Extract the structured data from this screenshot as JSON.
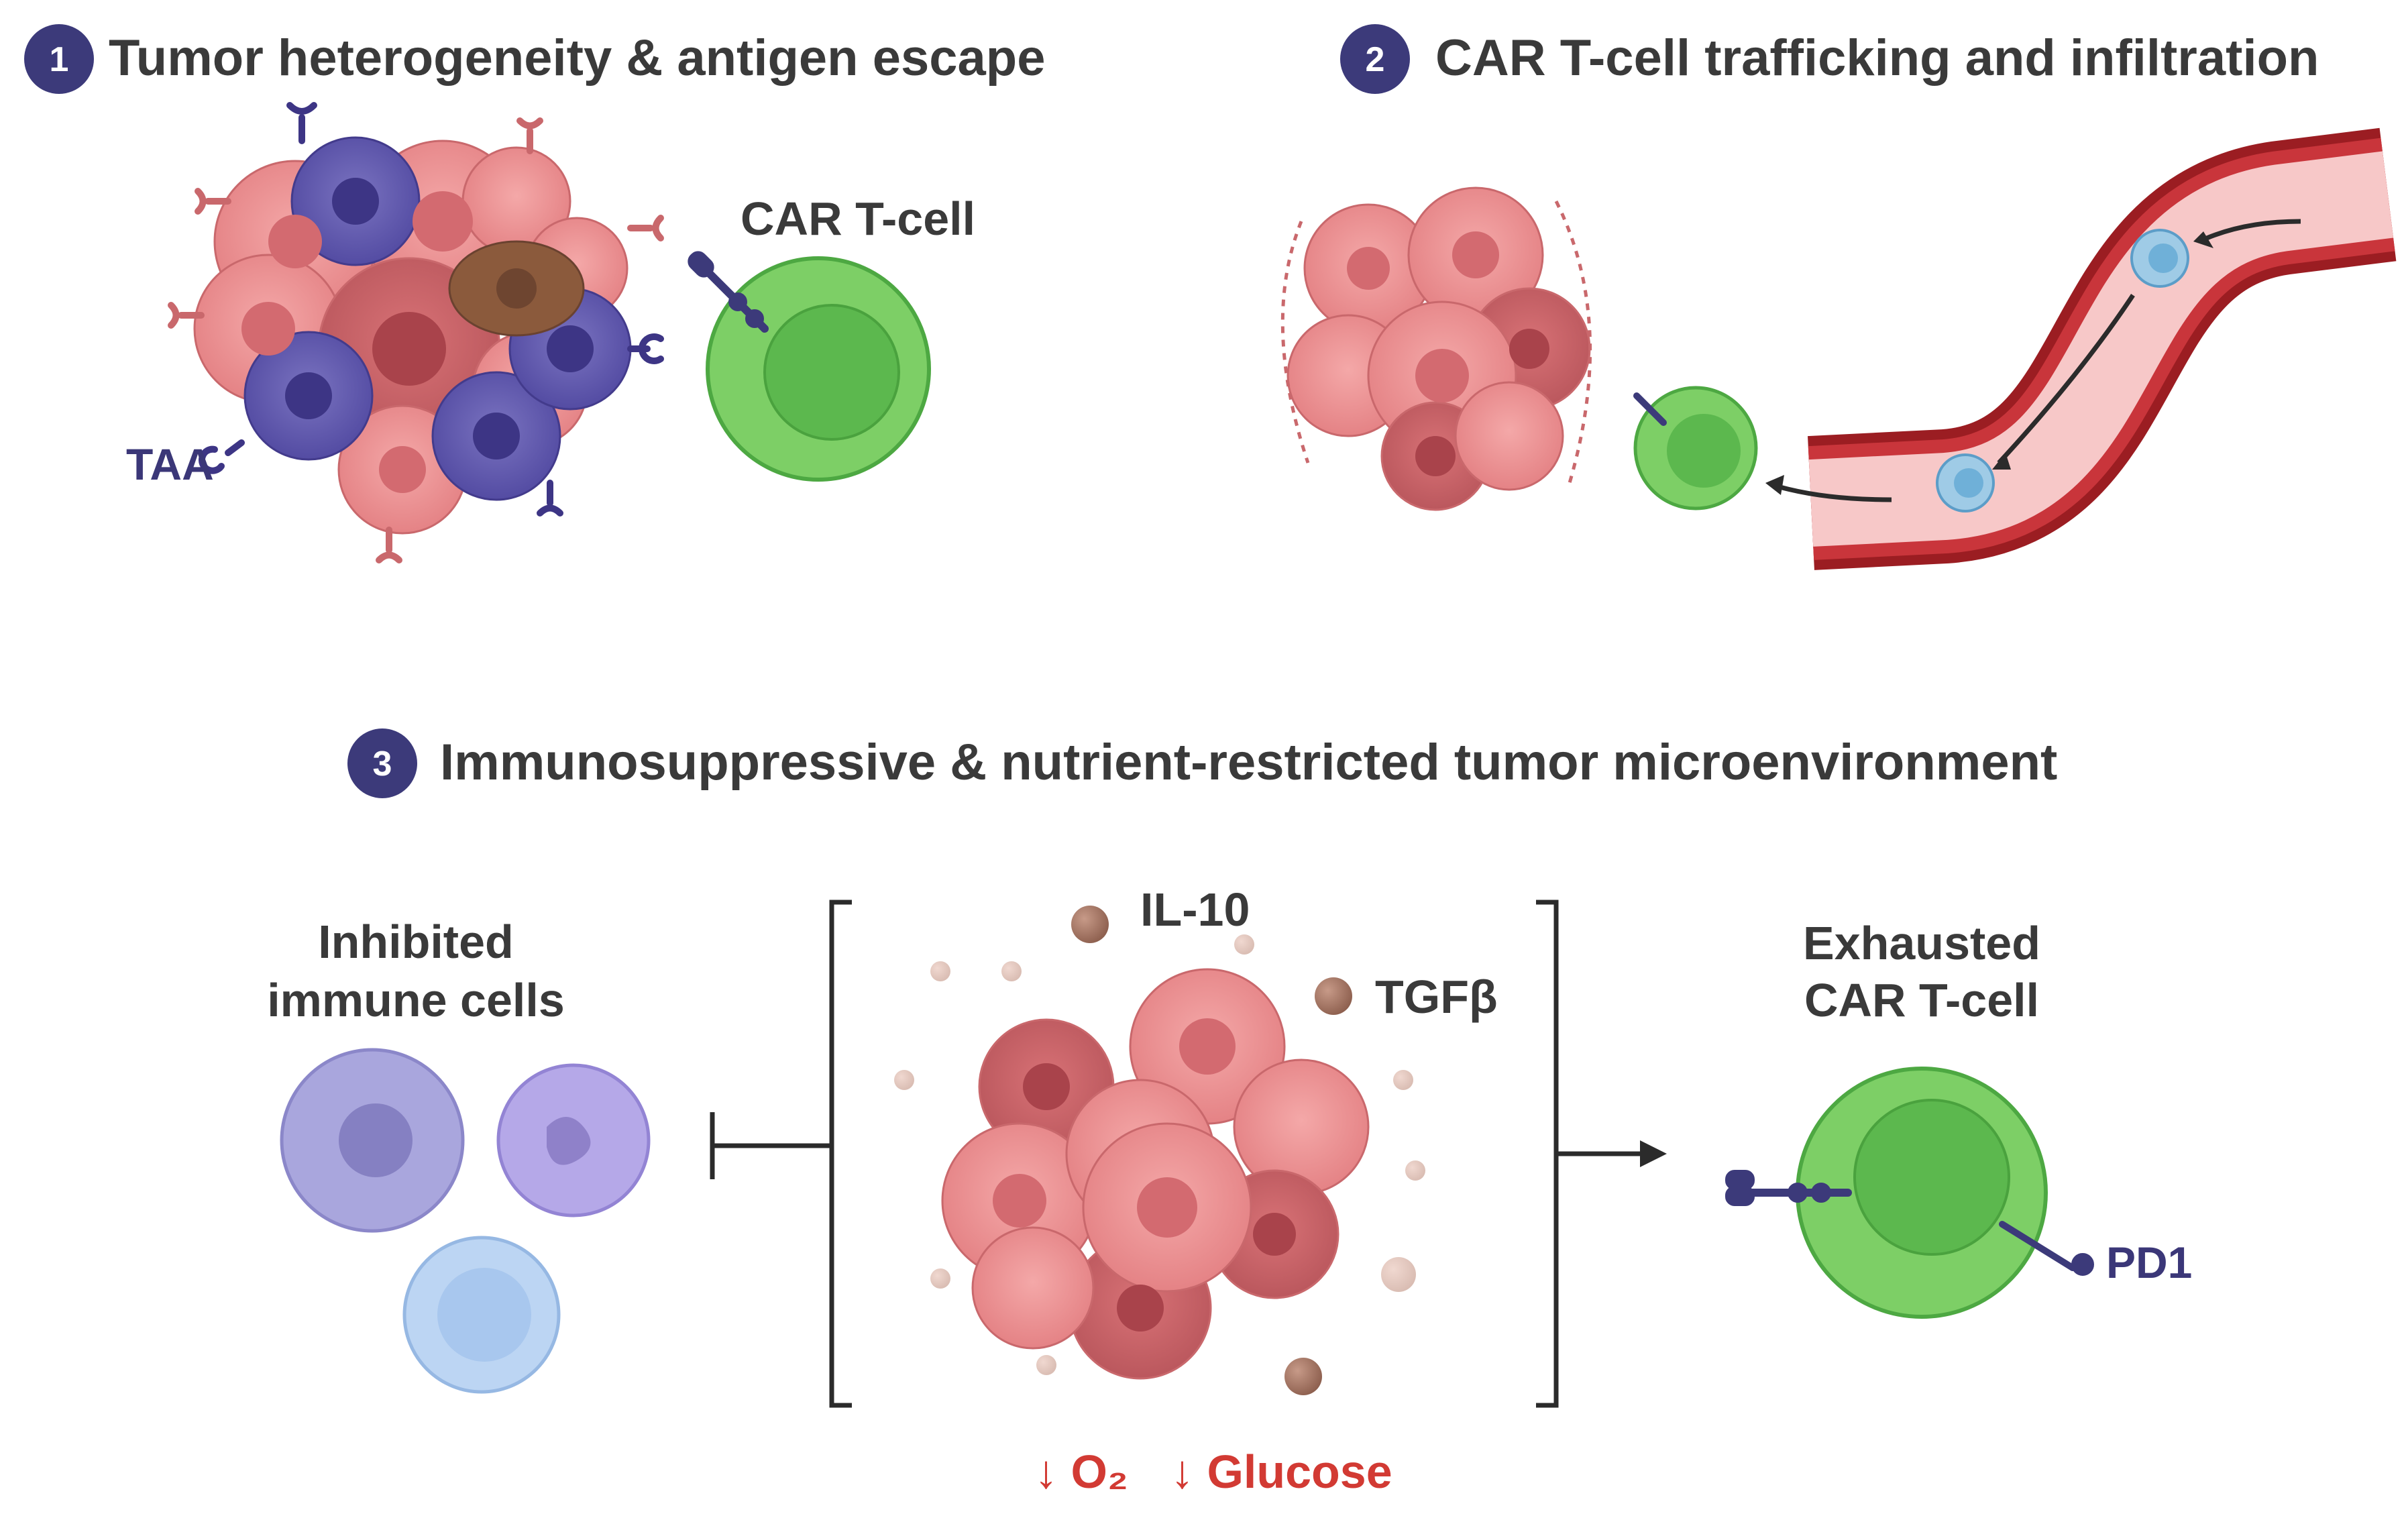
{
  "panels": [
    {
      "number": "1",
      "title": "Tumor heterogeneity & antigen escape"
    },
    {
      "number": "2",
      "title": "CAR T-cell trafficking and infiltration"
    },
    {
      "number": "3",
      "title": "Immunosuppressive & nutrient-restricted tumor microenvironment"
    }
  ],
  "labels": {
    "car_t_cell": "CAR T-cell",
    "taa": "TAA",
    "inhibited_line1": "Inhibited",
    "inhibited_line2": "immune cells",
    "il10": "IL-10",
    "tgfb": "TGFβ",
    "exhausted_line1": "Exhausted",
    "exhausted_line2": "CAR T-cell",
    "pd1": "PD1",
    "o2": "↓ O₂",
    "glucose": "↓ Glucose"
  },
  "colors": {
    "badge": "#3c3a7a",
    "tumor_pink": "#ec8e8f",
    "tumor_dark": "#c85a60",
    "tumor_blue": "#5f57a5",
    "tumor_brown": "#8b5a3c",
    "car_green": "#7dcf66",
    "car_green_inner": "#5cb84e",
    "vessel_dark": "#9b1d22",
    "vessel_light": "#f7c8c8",
    "text_red": "#d23a33"
  }
}
